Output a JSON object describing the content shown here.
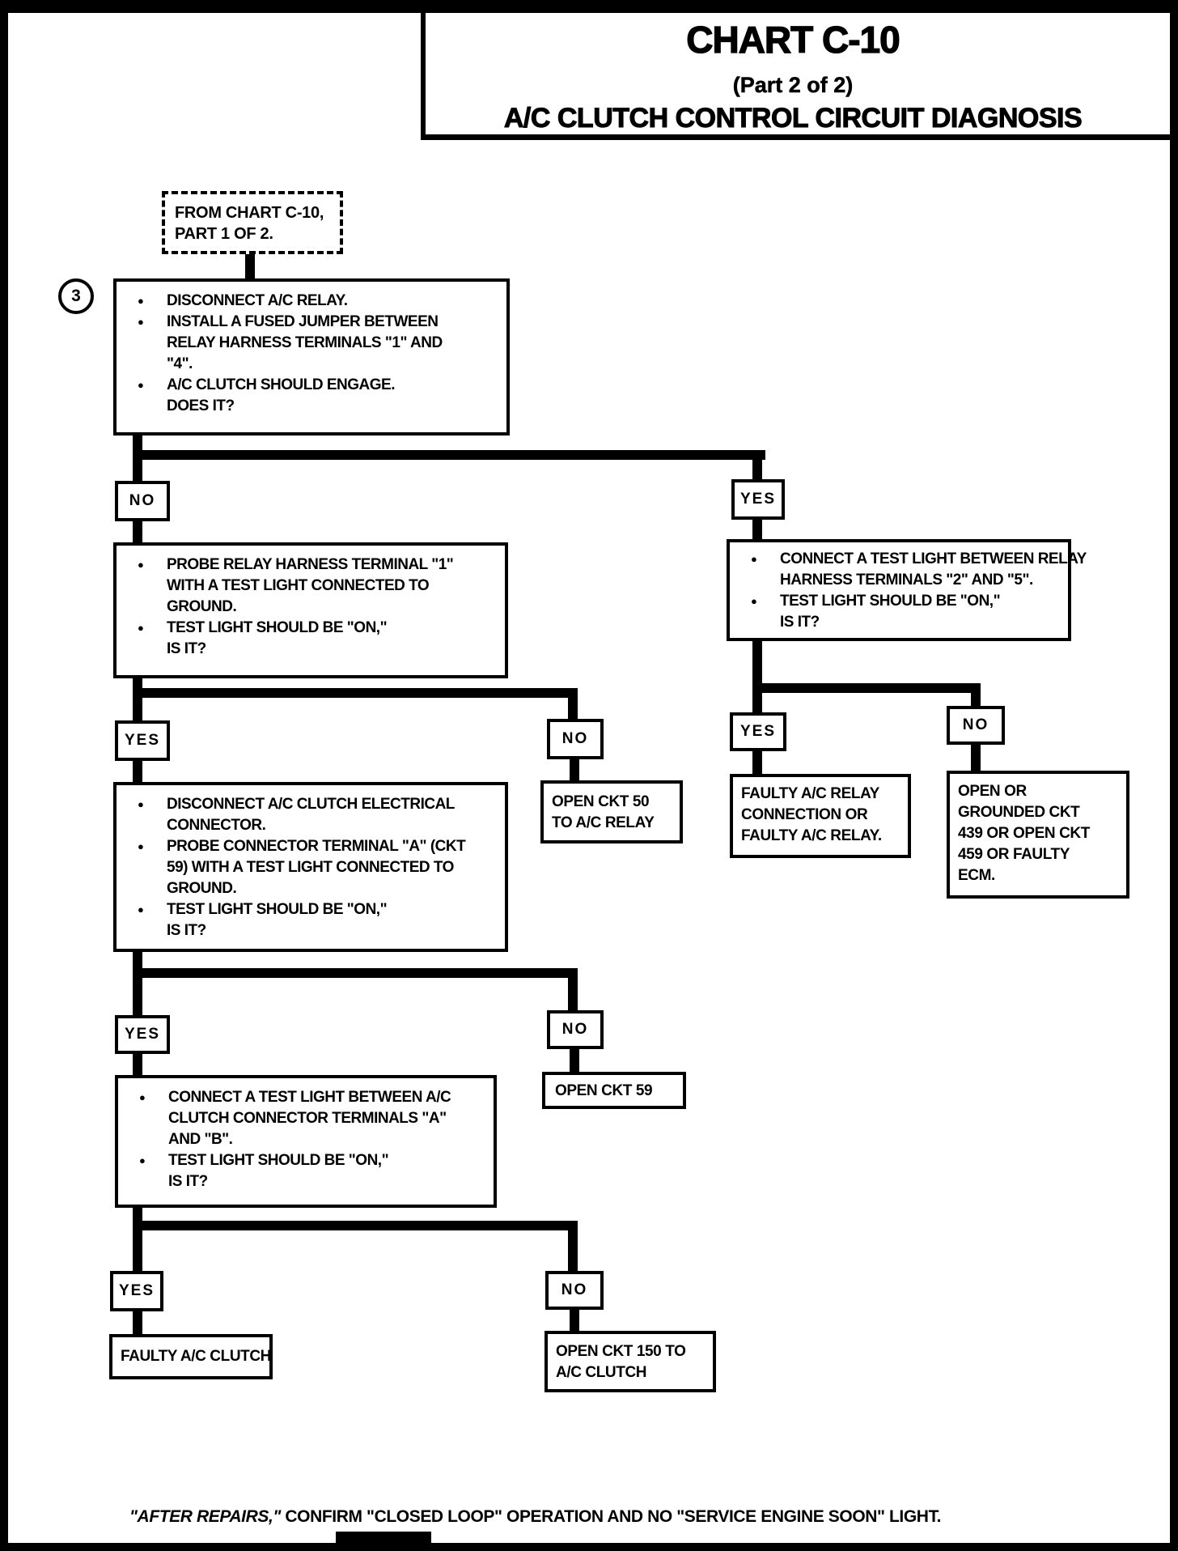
{
  "header": {
    "title": "CHART C-10",
    "subtitle": "(Part 2 of 2)",
    "subtitle2": "A/C CLUTCH CONTROL CIRCUIT DIAGNOSIS"
  },
  "step_marker": "3",
  "labels": {
    "yes": "YES",
    "no": "NO"
  },
  "start_node": {
    "text": "FROM CHART C-10,\nPART 1 OF 2."
  },
  "nodes": {
    "disconnect_relay": {
      "bullets": [
        "DISCONNECT A/C RELAY.",
        "INSTALL A FUSED JUMPER BETWEEN\nRELAY HARNESS TERMINALS \"1\" AND\n\"4\".",
        "A/C CLUTCH SHOULD ENGAGE.\nDOES IT?"
      ]
    },
    "probe_terminal_1": {
      "bullets": [
        "PROBE RELAY HARNESS TERMINAL \"1\"\nWITH A TEST LIGHT CONNECTED TO\nGROUND.",
        "TEST LIGHT SHOULD BE \"ON,\"\nIS IT?"
      ]
    },
    "connect_light_relay": {
      "bullets": [
        "CONNECT A TEST LIGHT BETWEEN RELAY\nHARNESS TERMINALS \"2\" AND \"5\".",
        "TEST LIGHT SHOULD BE \"ON,\"\nIS IT?"
      ]
    },
    "disconnect_clutch": {
      "bullets": [
        "DISCONNECT A/C CLUTCH ELECTRICAL\nCONNECTOR.",
        "PROBE CONNECTOR TERMINAL \"A\" (CKT\n59) WITH A TEST LIGHT CONNECTED TO\nGROUND.",
        "TEST LIGHT SHOULD BE \"ON,\"\nIS IT?"
      ]
    },
    "connect_light_clutch": {
      "bullets": [
        "CONNECT A TEST LIGHT BETWEEN A/C\nCLUTCH CONNECTOR TERMINALS \"A\"\nAND \"B\".",
        "TEST LIGHT SHOULD BE \"ON,\"\nIS IT?"
      ]
    },
    "open_ckt_50": {
      "text": "OPEN CKT 50\nTO A/C RELAY"
    },
    "faulty_relay": {
      "text": "FAULTY A/C RELAY\nCONNECTION OR\nFAULTY A/C RELAY."
    },
    "open_grounded_ckt": {
      "text": "OPEN OR\nGROUNDED CKT\n439 OR OPEN CKT\n459 OR FAULTY\nECM."
    },
    "open_ckt_59": {
      "text": "OPEN CKT 59"
    },
    "faulty_clutch": {
      "text": "FAULTY A/C CLUTCH"
    },
    "open_ckt_150": {
      "text": "OPEN CKT 150 TO\nA/C CLUTCH"
    }
  },
  "footer": {
    "italic": "\"AFTER REPAIRS,\"",
    "rest": " CONFIRM \"CLOSED LOOP\" OPERATION AND NO \"SERVICE ENGINE SOON\" LIGHT."
  }
}
